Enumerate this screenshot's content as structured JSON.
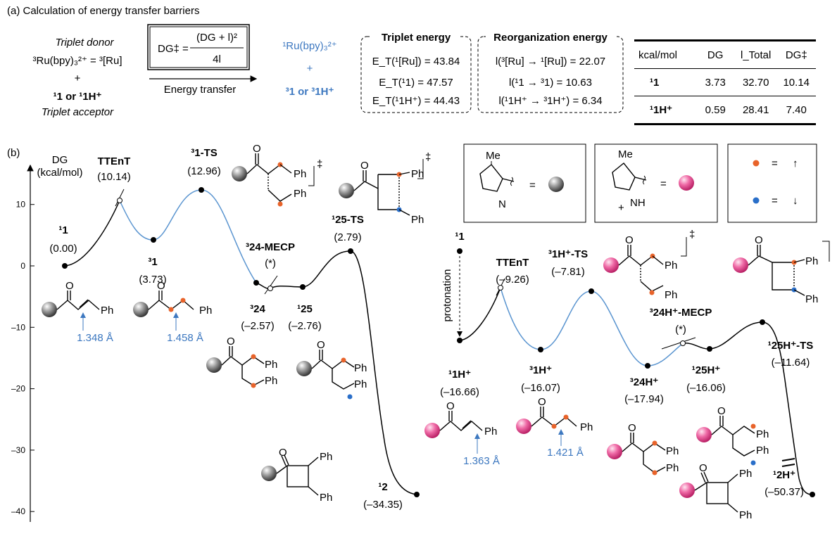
{
  "part_a": {
    "title": "(a) Calculation of energy transfer barriers",
    "donor_label": "Triplet donor",
    "donor_formula": "³Ru(bpy)₃²⁺ = ³[Ru]",
    "plus": "+",
    "acceptor_formula": "¹1 or ¹1H⁺",
    "acceptor_label": "Triplet acceptor",
    "equation_lhs": "DG‡ =",
    "equation_num": "(DG + l)²",
    "equation_den": "4l",
    "arrow_label": "Energy transfer",
    "product_formula": "¹Ru(bpy)₃²⁺",
    "product_plus": "+",
    "product_acceptor": "³1 or ³1H⁺",
    "triplet_box": {
      "title": "Triplet energy",
      "lines": [
        "E_T(¹[Ru]) = 43.84",
        "E_T(¹1) = 47.57",
        "E_T(¹1H⁺) = 44.43"
      ]
    },
    "reorg_box": {
      "title": "Reorganization energy",
      "lines": [
        "l(³[Ru] → ¹[Ru]) = 22.07",
        "l(¹1 → ³1) = 10.63",
        "l(¹1H⁺ → ³1H⁺) = 6.34"
      ]
    },
    "table": {
      "headers": [
        "kcal/mol",
        "DG",
        "l_Total",
        "DG‡"
      ],
      "rows": [
        [
          "¹1",
          "3.73",
          "32.70",
          "10.14"
        ],
        [
          "¹1H⁺",
          "0.59",
          "28.41",
          "7.40"
        ]
      ]
    }
  },
  "part_b": {
    "label": "(b)",
    "y_axis": {
      "title_line1": "DG",
      "title_line2": "(kcal/mol)",
      "ticks": [
        "10",
        "0",
        "–10",
        "–20",
        "–30",
        "–40"
      ]
    },
    "legend": {
      "me": "Me",
      "n": "N",
      "nh": "NH",
      "plus": "+",
      "eq": "=",
      "up": "↑",
      "down": "↓"
    },
    "states_left": [
      {
        "name": "¹1",
        "energy": "(0.00)"
      },
      {
        "name": "TTEnT",
        "energy": "(10.14)"
      },
      {
        "name": "³1",
        "energy": "(3.73)"
      },
      {
        "name": "³1-TS",
        "energy": "(12.96)"
      },
      {
        "name": "³24-MECP",
        "energy": "(*)"
      },
      {
        "name": "³24",
        "energy": "(–2.57)"
      },
      {
        "name": "¹25",
        "energy": "(–2.76)"
      },
      {
        "name": "¹25-TS",
        "energy": "(2.79)"
      },
      {
        "name": "¹2",
        "energy": "(–34.35)"
      }
    ],
    "states_right": [
      {
        "name": "¹1",
        "energy": ""
      },
      {
        "name": "protonation",
        "energy": ""
      },
      {
        "name": "¹1H⁺",
        "energy": "(–16.66)"
      },
      {
        "name": "TTEnT",
        "energy": "(–9.26)"
      },
      {
        "name": "³1H⁺",
        "energy": "(–16.07)"
      },
      {
        "name": "³1H⁺-TS",
        "energy": "(–7.81)"
      },
      {
        "name": "³24H⁺-MECP",
        "energy": "(*)"
      },
      {
        "name": "³24H⁺",
        "energy": "(–17.94)"
      },
      {
        "name": "¹25H⁺",
        "energy": "(–16.06)"
      },
      {
        "name": "¹25H⁺-TS",
        "energy": "(–11.64)"
      },
      {
        "name": "¹2H⁺",
        "energy": "(–50.37)"
      }
    ],
    "bond_lengths": [
      "1.348 Å",
      "1.458 Å",
      "1.363 Å",
      "1.421 Å"
    ],
    "ph": "Ph",
    "o": "O",
    "ddagger": "‡",
    "colors": {
      "blue": "#3d78c0",
      "orange": "#e8632a",
      "dot_blue": "#2a6fc9",
      "gray_sphere": "#8a8a8a",
      "pink_sphere": "#e8559a"
    }
  }
}
